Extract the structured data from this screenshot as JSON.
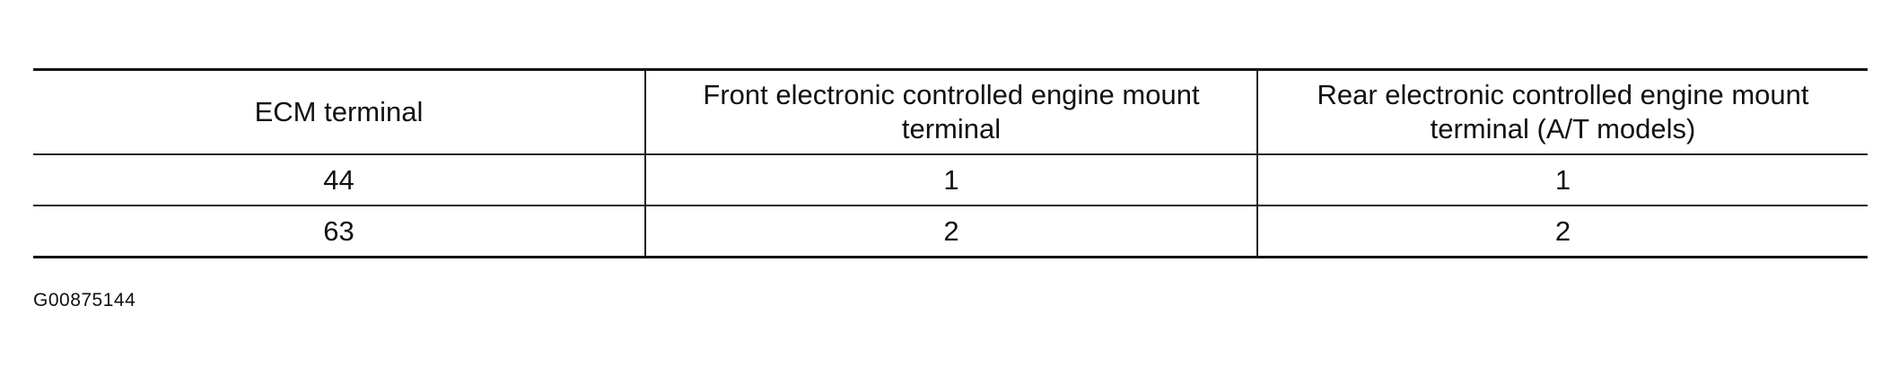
{
  "table": {
    "headers": [
      "ECM terminal",
      "Front electronic controlled engine mount terminal",
      "Rear electronic controlled engine mount terminal (A/T models)"
    ],
    "rows": [
      [
        "44",
        "1",
        "1"
      ],
      [
        "63",
        "2",
        "2"
      ]
    ]
  },
  "figure_id": "G00875144"
}
